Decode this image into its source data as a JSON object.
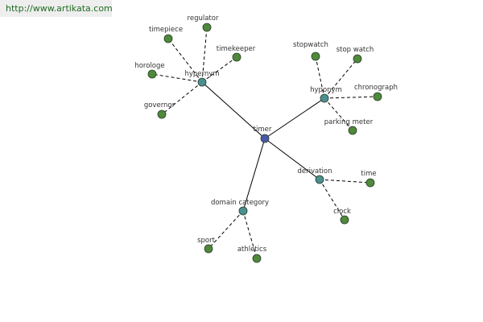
{
  "source": {
    "url_text": "http://www.artikata.com"
  },
  "colors": {
    "center_node": "#4a5aa8",
    "relation_node": "#4a9090",
    "leaf_node": "#4e8a3a",
    "node_stroke": "#2a3a2a",
    "solid_edge": "#000000",
    "dashed_edge": "#000000",
    "url_text": "#1f6b1f"
  },
  "graph": {
    "center": {
      "id": "timer",
      "label": "timer"
    },
    "relations": [
      {
        "id": "hypernym",
        "label": "hypernym",
        "leaves": [
          {
            "id": "regulator",
            "label": "regulator"
          },
          {
            "id": "timepiece",
            "label": "timepiece"
          },
          {
            "id": "timekeeper",
            "label": "timekeeper"
          },
          {
            "id": "horologe",
            "label": "horologe"
          },
          {
            "id": "governor",
            "label": "governor"
          }
        ]
      },
      {
        "id": "hyponym",
        "label": "hyponym",
        "leaves": [
          {
            "id": "stopwatch",
            "label": "stopwatch"
          },
          {
            "id": "stop-watch",
            "label": "stop watch"
          },
          {
            "id": "chronograph",
            "label": "chronograph"
          },
          {
            "id": "parking-meter",
            "label": "parking meter"
          }
        ]
      },
      {
        "id": "derivation",
        "label": "derivation",
        "leaves": [
          {
            "id": "time",
            "label": "time"
          },
          {
            "id": "clock",
            "label": "clock"
          }
        ]
      },
      {
        "id": "domain-category",
        "label": "domain category",
        "leaves": [
          {
            "id": "sport",
            "label": "sport"
          },
          {
            "id": "athletics",
            "label": "athletics"
          }
        ]
      }
    ]
  }
}
